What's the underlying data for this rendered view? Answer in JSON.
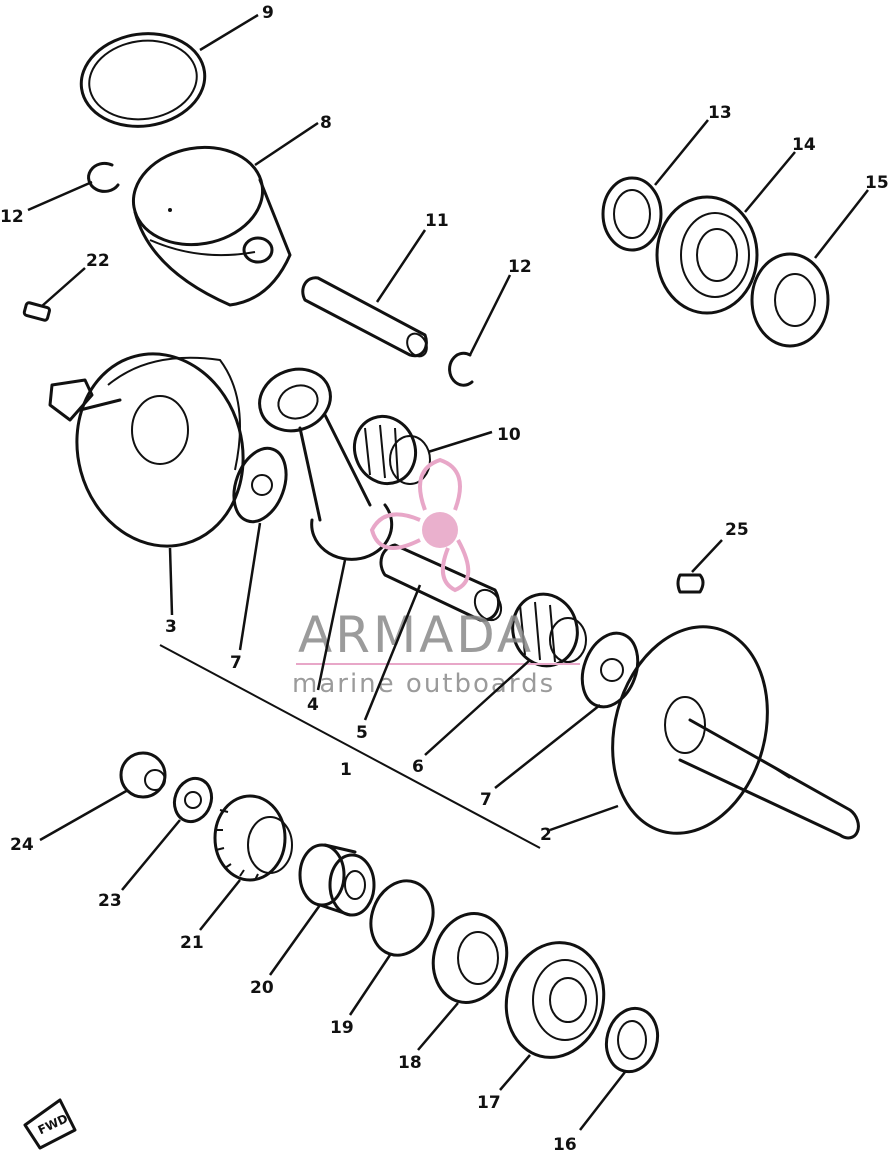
{
  "watermark": {
    "brand": "ARMADA",
    "tagline": "marine outboards",
    "logo_color": "#e8a7c8",
    "text_color": "#8a8a8a"
  },
  "direction_marker": "FWD",
  "callouts": [
    {
      "id": "c9",
      "label": "9"
    },
    {
      "id": "c8",
      "label": "8"
    },
    {
      "id": "c12a",
      "label": "12"
    },
    {
      "id": "c22",
      "label": "22"
    },
    {
      "id": "c11",
      "label": "11"
    },
    {
      "id": "c12b",
      "label": "12"
    },
    {
      "id": "c13",
      "label": "13"
    },
    {
      "id": "c14",
      "label": "14"
    },
    {
      "id": "c15",
      "label": "15"
    },
    {
      "id": "c10",
      "label": "10"
    },
    {
      "id": "c3",
      "label": "3"
    },
    {
      "id": "c7a",
      "label": "7"
    },
    {
      "id": "c4",
      "label": "4"
    },
    {
      "id": "c5",
      "label": "5"
    },
    {
      "id": "c6",
      "label": "6"
    },
    {
      "id": "c7b",
      "label": "7"
    },
    {
      "id": "c1",
      "label": "1"
    },
    {
      "id": "c25",
      "label": "25"
    },
    {
      "id": "c2",
      "label": "2"
    },
    {
      "id": "c24",
      "label": "24"
    },
    {
      "id": "c23",
      "label": "23"
    },
    {
      "id": "c21",
      "label": "21"
    },
    {
      "id": "c20",
      "label": "20"
    },
    {
      "id": "c19",
      "label": "19"
    },
    {
      "id": "c18",
      "label": "18"
    },
    {
      "id": "c17",
      "label": "17"
    },
    {
      "id": "c16",
      "label": "16"
    }
  ]
}
